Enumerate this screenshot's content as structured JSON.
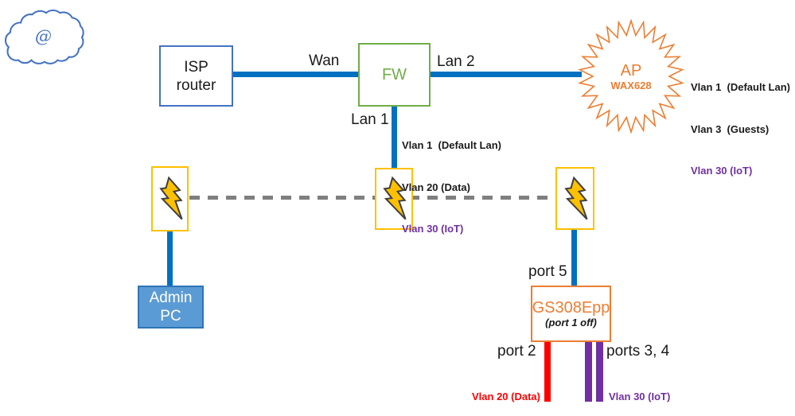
{
  "colors": {
    "line_blue": "#0070C0",
    "cloud_blue": "#4472C4",
    "firewall_green": "#70AD47",
    "orange_accent": "#ED7D31",
    "powerline_gold": "#FFC000",
    "dash_gray": "#7F7F7F",
    "vlan_purple": "#7030A0",
    "vlan_red": "#FF0000",
    "pc_fill": "#5B9BD5",
    "pc_border": "#2E75B6"
  },
  "cloud": {
    "symbol": "@"
  },
  "nodes": {
    "isp_router": {
      "line1": "ISP",
      "line2": "router"
    },
    "firewall": {
      "label": "FW"
    },
    "ap": {
      "label": "AP",
      "model": "WAX628",
      "vlans": [
        {
          "text": "Vlan 1  (Default Lan)"
        },
        {
          "text": "Vlan 3  (Guests)"
        },
        {
          "text": "Vlan 30 (IoT)"
        }
      ]
    },
    "admin_pc": {
      "line1": "Admin",
      "line2": "PC"
    },
    "switch": {
      "label": "GS308Epp",
      "note": "(port 1 off)"
    }
  },
  "links": {
    "wan_label": "Wan",
    "lan2_label": "Lan 2",
    "lan1_label": "Lan 1",
    "lan1_vlans": [
      {
        "text": "Vlan 1  (Default Lan)"
      },
      {
        "text": "Vlan 20 (Data)"
      },
      {
        "text": "Vlan 30 (IoT)"
      }
    ],
    "port5_label": "port 5",
    "port2_label": "port 2",
    "ports34_label": "ports 3, 4",
    "vlan20_label": "Vlan 20 (Data)",
    "vlan30_label": "Vlan 30 (IoT)"
  }
}
